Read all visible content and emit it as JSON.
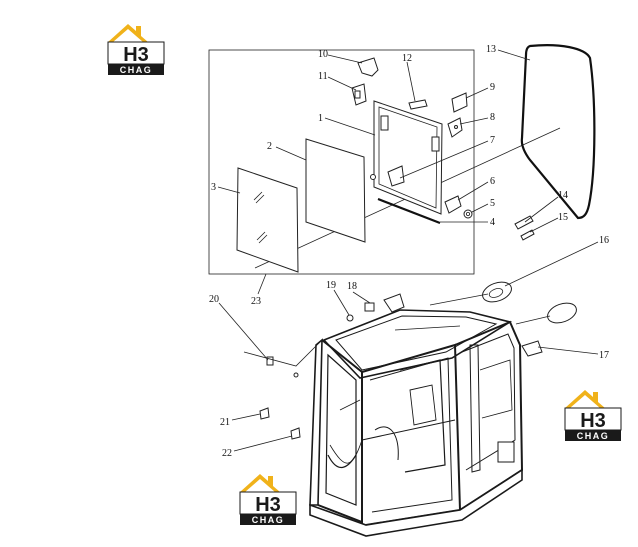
{
  "logo": {
    "mark": "H3",
    "word": "CHAG",
    "colors": {
      "roof": "#f0b21a",
      "dark": "#1a1a1a",
      "light": "#ffffff"
    }
  },
  "callouts": [
    {
      "id": "c1",
      "label": "1"
    },
    {
      "id": "c2",
      "label": "2"
    },
    {
      "id": "c3",
      "label": "3"
    },
    {
      "id": "c4",
      "label": "4"
    },
    {
      "id": "c5",
      "label": "5"
    },
    {
      "id": "c6",
      "label": "6"
    },
    {
      "id": "c7",
      "label": "7"
    },
    {
      "id": "c8",
      "label": "8"
    },
    {
      "id": "c9",
      "label": "9"
    },
    {
      "id": "c10",
      "label": "10"
    },
    {
      "id": "c11",
      "label": "11"
    },
    {
      "id": "c12",
      "label": "12"
    },
    {
      "id": "c13",
      "label": "13"
    },
    {
      "id": "c14",
      "label": "14"
    },
    {
      "id": "c15",
      "label": "15"
    },
    {
      "id": "c16",
      "label": "16"
    },
    {
      "id": "c17",
      "label": "17"
    },
    {
      "id": "c18",
      "label": "18"
    },
    {
      "id": "c19",
      "label": "19"
    },
    {
      "id": "c20",
      "label": "20"
    },
    {
      "id": "c21",
      "label": "21"
    },
    {
      "id": "c22",
      "label": "22"
    },
    {
      "id": "c23",
      "label": "23"
    }
  ]
}
